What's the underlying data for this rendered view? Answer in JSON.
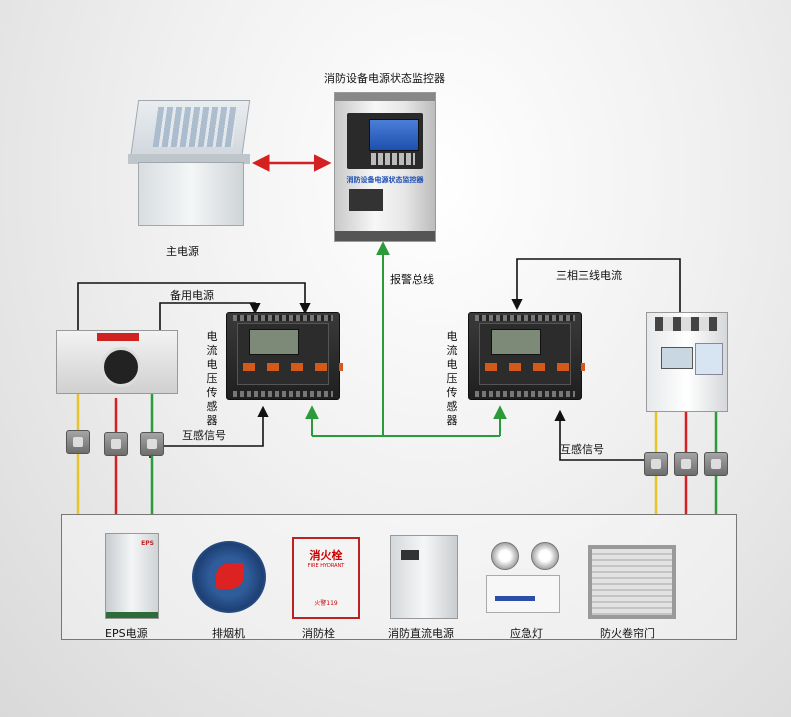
{
  "labels": {
    "monitor_title": "消防设备电源状态监控器",
    "monitor_plate": "消防设备电源状态监控器",
    "main_power": "主电源",
    "alarm_bus": "报警总线",
    "standby_power": "备用电源",
    "three_phase": "三相三线电流",
    "mutual_signal_left": "互感信号",
    "mutual_signal_right": "互感信号",
    "sensor_left": "电流电压传感器",
    "sensor_right": "电流电压传感器"
  },
  "devices": [
    {
      "label": "EPS电源",
      "plate": "EPS"
    },
    {
      "label": "排烟机"
    },
    {
      "label": "消防栓",
      "plate": "消火栓",
      "sub": "FIRE HYDRANT",
      "tel": "火警119"
    },
    {
      "label": "消防直流电源"
    },
    {
      "label": "应急灯"
    },
    {
      "label": "防火卷帘门"
    }
  ],
  "colors": {
    "link_red": "#d42020",
    "bus_green": "#2a9a3a",
    "wire_yellow": "#e6c42a",
    "wire_red": "#d42020",
    "wire_green": "#2a9a3a",
    "control_black": "#111111"
  }
}
